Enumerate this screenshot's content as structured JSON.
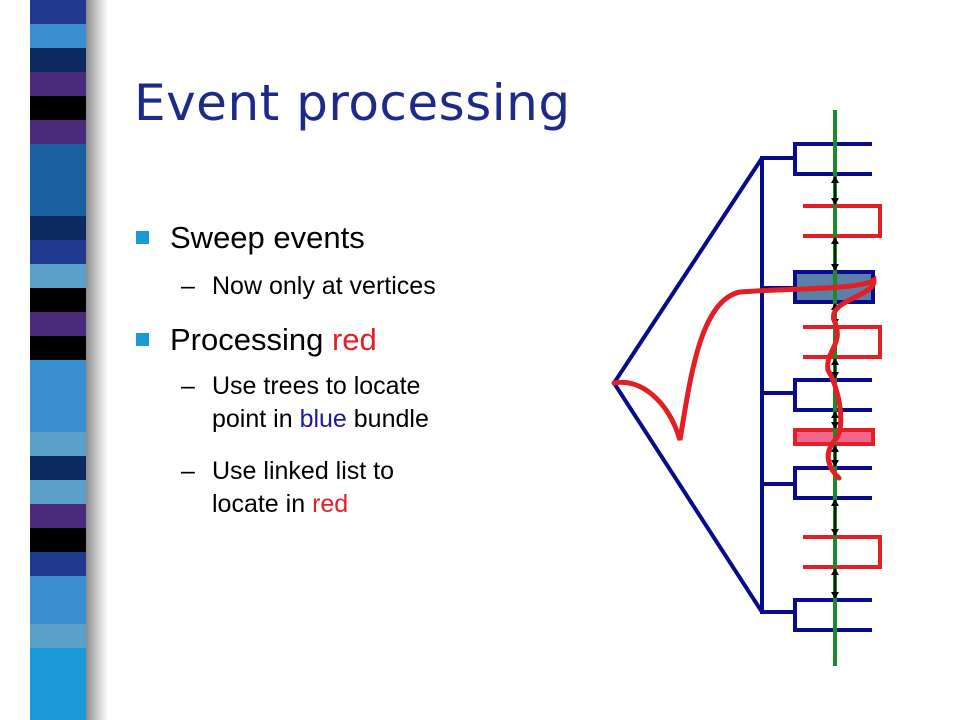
{
  "slide": {
    "title": "Event processing",
    "bullets": [
      {
        "text": "Sweep events",
        "sub": [
          {
            "parts": [
              "Now only at vertices"
            ]
          }
        ]
      },
      {
        "text_a": "Processing ",
        "text_b": "red",
        "sub": [
          {
            "line1": "Use trees to locate",
            "line2_a": "point in ",
            "line2_b": "blue",
            "line2_c": " bundle"
          },
          {
            "line1": "Use linked list to",
            "line2_a": "locate in ",
            "line2_b": "red"
          }
        ]
      }
    ],
    "sub_dash": "–"
  },
  "colors": {
    "blue": "#0a0a8c",
    "red": "#e31e24",
    "green": "#1a8a2a",
    "highlight_blue": "#5b7fa6",
    "highlight_pink": "#f0668c",
    "title": "#1e2a8a",
    "bullet": "#1a9ad6",
    "stripe": [
      "#1f3a8f",
      "#1a9ad6",
      "#0a2a60",
      "#3a8fd0",
      "#000000",
      "#4a2a7a",
      "#5aa0c8",
      "#1a5fa0"
    ]
  },
  "icons": {
    "bullet": "square-bullet-icon",
    "arrow": "double-arrow-icon"
  }
}
